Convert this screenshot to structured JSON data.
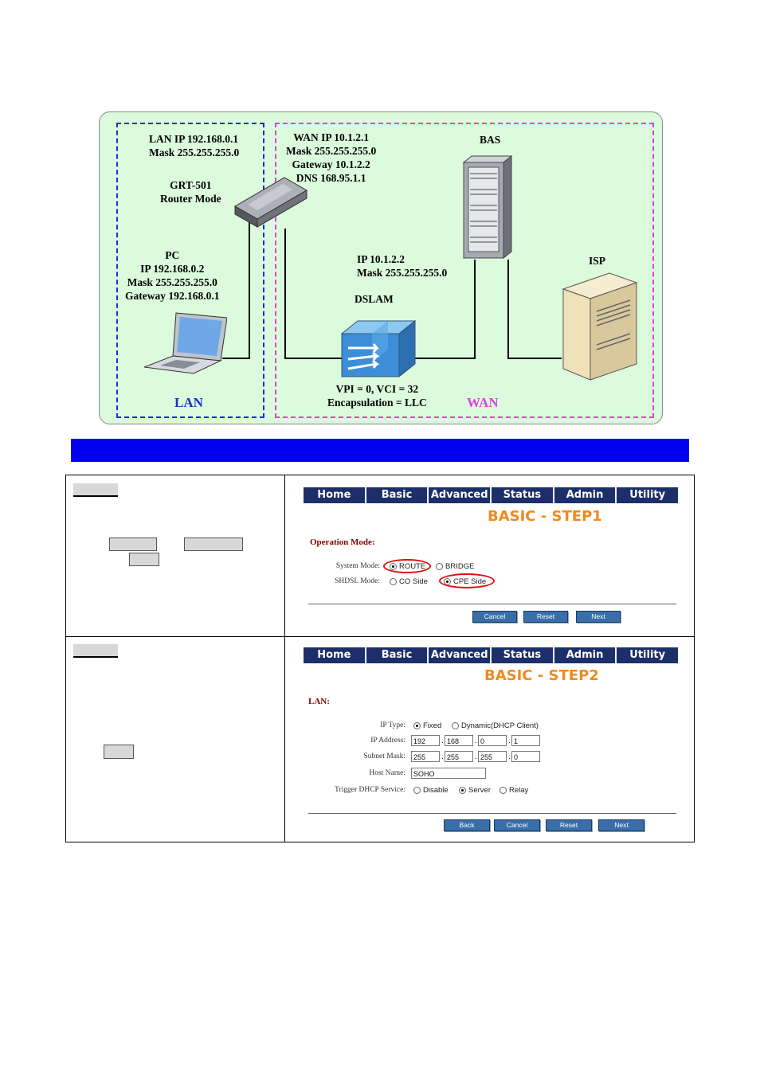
{
  "diagram": {
    "lan_info": [
      "LAN IP 192.168.0.1",
      "Mask 255.255.255.0"
    ],
    "wan_info": [
      "WAN IP 10.1.2.1",
      "Mask 255.255.255.0",
      "Gateway 10.1.2.2",
      "DNS 168.95.1.1"
    ],
    "router": [
      "GRT-501",
      "Router Mode"
    ],
    "pc": [
      "PC",
      "IP 192.168.0.2",
      "Mask 255.255.255.0",
      "Gateway 192.168.0.1"
    ],
    "dslam_ip": [
      "IP 10.1.2.2",
      "Mask 255.255.255.0"
    ],
    "dslam": "DSLAM",
    "bas": "BAS",
    "isp": "ISP",
    "vpi": [
      "VPI = 0, VCI = 32",
      "Encapsulation = LLC"
    ],
    "lan_label": "LAN",
    "wan_label": "WAN",
    "colors": {
      "lan": "#1430d8",
      "wan": "#e040e0",
      "bg": "#dcfadc"
    }
  },
  "nav_tabs": [
    "Home",
    "Basic",
    "Advanced",
    "Status",
    "Admin",
    "Utility"
  ],
  "step1": {
    "title": "BASIC - STEP1",
    "section": "Operation Mode:",
    "system_mode_label": "System Mode:",
    "system_mode_options": [
      "ROUTE",
      "BRIDGE"
    ],
    "system_mode_selected": "ROUTE",
    "shdsl_mode_label": "SHDSL Mode:",
    "shdsl_mode_options": [
      "CO Side",
      "CPE Side"
    ],
    "shdsl_mode_selected": "CPE Side",
    "buttons": [
      "Cancel",
      "Reset",
      "Next"
    ]
  },
  "step2": {
    "title": "BASIC - STEP2",
    "section": "LAN:",
    "ip_type_label": "IP Type:",
    "ip_type_options": [
      "Fixed",
      "Dynamic(DHCP Client)"
    ],
    "ip_type_selected": "Fixed",
    "ip_address_label": "IP Address:",
    "ip_address": [
      "192",
      "168",
      "0",
      "1"
    ],
    "subnet_mask_label": "Subnet Mask:",
    "subnet_mask": [
      "255",
      "255",
      "255",
      "0"
    ],
    "host_name_label": "Host Name:",
    "host_name": "SOHO",
    "dhcp_label": "Trigger DHCP Service:",
    "dhcp_options": [
      "Disable",
      "Server",
      "Relay"
    ],
    "dhcp_selected": "Server",
    "buttons": [
      "Back",
      "Cancel",
      "Reset",
      "Next"
    ]
  }
}
